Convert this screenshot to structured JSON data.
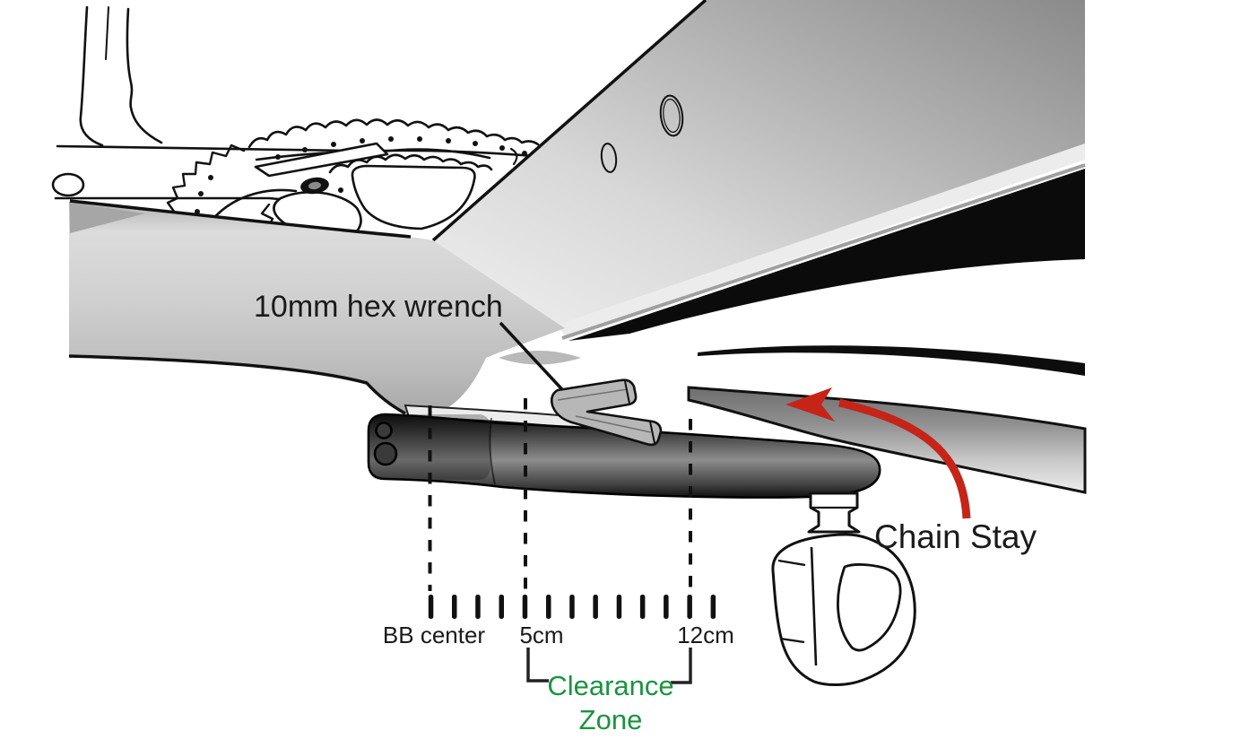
{
  "title": "Chain stay clearance zone diagram",
  "callouts": {
    "hex_wrench": "10mm hex wrench",
    "chain_stay": "Chain Stay"
  },
  "clearance": {
    "line1": "Clearance",
    "line2": "Zone"
  },
  "ruler": {
    "start_label": "BB center",
    "mid_label": "5cm",
    "end_label": "12cm",
    "tick_count": 13,
    "tick_start_x": 480.5,
    "tick_spacing": 26.24,
    "tick_top_y": 663,
    "tick_height": 27
  },
  "colors": {
    "arrow_red": "#c62418",
    "zone_green": "#1a9440",
    "ink": "#1a1a1a"
  }
}
